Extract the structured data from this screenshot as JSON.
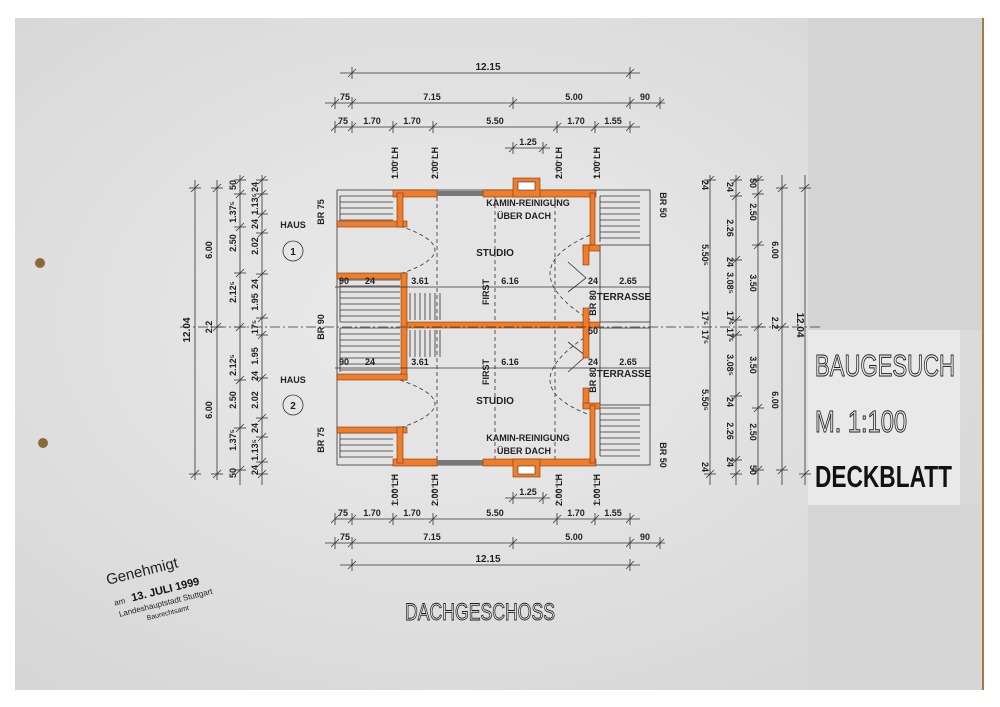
{
  "sheet": {
    "title": "DACHGESCHOSS",
    "label_box": {
      "line1": "BAUGESUCH",
      "line2": "M. 1:100",
      "line3": "DECKBLATT"
    },
    "stamp": {
      "line1": "Genehmigt",
      "prefix": "am",
      "date": "13. JULI 1999",
      "line3": "Landeshauptstadt Stuttgart",
      "line4": "Baurechtsamt"
    }
  },
  "dimensions": {
    "top": {
      "overall": "12.15",
      "row2": [
        "75",
        "7.15",
        "5.00",
        "90"
      ],
      "row3": [
        "75",
        "1.70",
        "1.70",
        "5.50",
        "1.70",
        "1.55"
      ],
      "chimney": "1.25",
      "window_heights": [
        "1.00 LH",
        "2.00 LH",
        "2.00 LH",
        "1.00 LH"
      ]
    },
    "bottom": {
      "overall": "12.15",
      "row2": [
        "75",
        "7.15",
        "5.00",
        "90"
      ],
      "row3": [
        "75",
        "1.70",
        "1.70",
        "5.50",
        "1.70",
        "1.55"
      ],
      "chimney": "1.25",
      "window_heights": [
        "1.00 LH",
        "2.00 LH",
        "2.00 LH",
        "1.00 LH"
      ]
    },
    "left": {
      "overall": "12.04",
      "col2": [
        "6.00",
        "2.2",
        "6.00"
      ],
      "col3": [
        "50",
        "1.37⁵",
        "2.50",
        "2.12⁵",
        "2.12⁵",
        "2.50",
        "1.37⁵",
        "50"
      ],
      "col4": [
        "24",
        "1.13⁵",
        "24",
        "2.02",
        "24",
        "1.95",
        "17⁵",
        "1.95",
        "24",
        "2.02",
        "24",
        "1.13⁵",
        "24"
      ]
    },
    "right": {
      "overall": "12.04",
      "col4": [
        "6.00",
        "2.2",
        "6.00"
      ],
      "col3": [
        "50",
        "2.50",
        "3.50",
        "3.50",
        "2.50",
        "50"
      ],
      "col2": [
        "24",
        "2.26",
        "24",
        "3.08⁵",
        "17⁵",
        "17⁵",
        "3.08⁵",
        "24",
        "2.26",
        "24"
      ],
      "col1": [
        "24",
        "5.50⁵",
        "17⁵",
        "17⁵",
        "5.50⁵",
        "24"
      ]
    }
  },
  "plan": {
    "rooms": [
      "STUDIO",
      "STUDIO"
    ],
    "ridge": [
      "FIRST",
      "FIRST"
    ],
    "chimney_note_1": [
      "KAMIN-REINIGUNG",
      "KAMIN-REINIGUNG"
    ],
    "chimney_note_2": [
      "ÜBER DACH",
      "ÜBER DACH"
    ],
    "terrace": [
      "TERRASSE",
      "TERRASSE"
    ],
    "inner_dims": {
      "studio_width": [
        "6.16",
        "6.16"
      ],
      "stair_width": [
        "3.61",
        "3.61"
      ],
      "terrace_width": [
        "2.65",
        "2.65"
      ],
      "wall": [
        "24",
        "24"
      ],
      "left_a": [
        "90",
        "90"
      ],
      "left_b": [
        "24",
        "24"
      ],
      "door": [
        "BR 80",
        "BR 80"
      ],
      "door_small": "50"
    },
    "parapets": [
      "BR 75",
      "BR 90",
      "BR 75",
      "BR 50",
      "BR 50"
    ],
    "houses": [
      {
        "label": "HAUS",
        "number": "1"
      },
      {
        "label": "HAUS",
        "number": "2"
      }
    ]
  },
  "colors": {
    "wall": "#ef7d2a",
    "paper": "#e2e2e2",
    "panel": "#d5d5d5"
  }
}
